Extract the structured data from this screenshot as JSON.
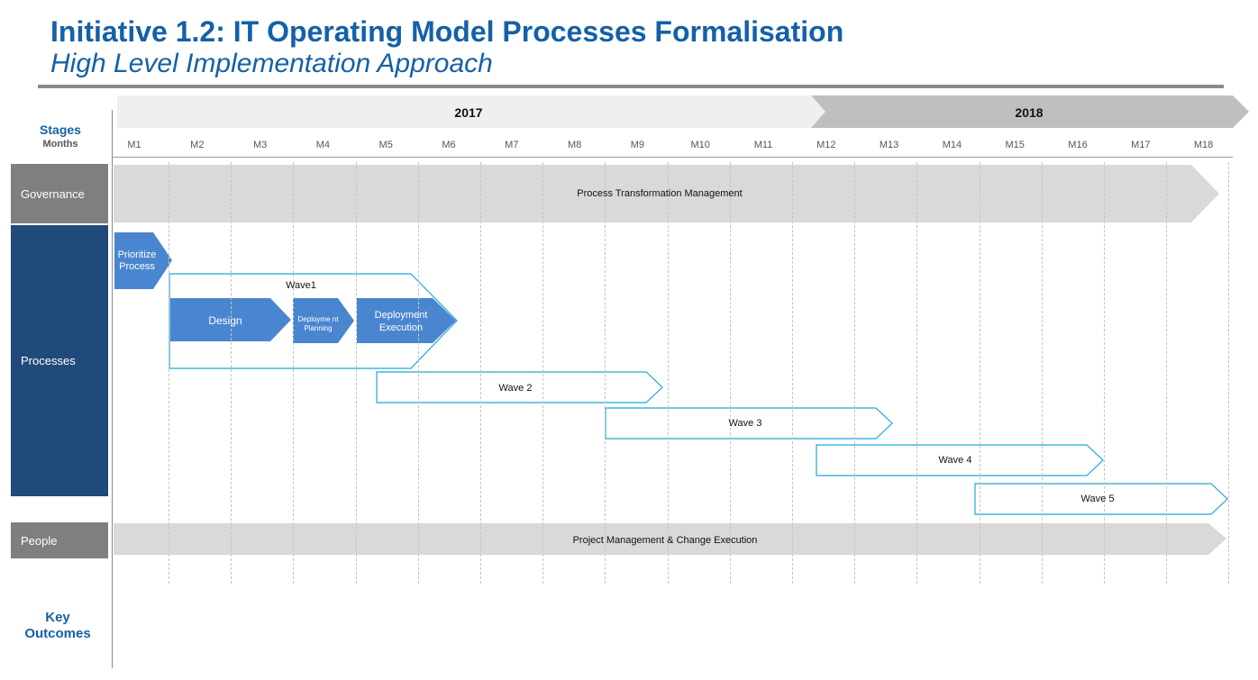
{
  "header": {
    "title": "Initiative 1.2: IT Operating Model Processes Formalisation",
    "subtitle": "High Level Implementation Approach"
  },
  "axis": {
    "stages_label": "Stages",
    "months_label": "Months",
    "years": [
      "2017",
      "2018"
    ],
    "months": [
      "M1",
      "M2",
      "M3",
      "M4",
      "M5",
      "M6",
      "M7",
      "M8",
      "M9",
      "M10",
      "M11",
      "M12",
      "M13",
      "M14",
      "M15",
      "M16",
      "M17",
      "M18"
    ]
  },
  "rows": {
    "governance": "Governance",
    "processes": "Processes",
    "people": "People",
    "key_outcomes": "Key Outcomes"
  },
  "bars": {
    "process_transformation": "Process Transformation Management",
    "project_management": "Project Management & Change Execution",
    "prioritize": "Prioritize Process",
    "wave1": "Wave1",
    "design": "Design",
    "deployment_planning": "Deployme nt Planning",
    "deployment_execution": "Deployment Execution",
    "wave2": "Wave 2",
    "wave3": "Wave 3",
    "wave4": "Wave 4",
    "wave5": "Wave 5"
  },
  "colors": {
    "title_blue": "#1560a8",
    "stage_gray": "#7f7f7f",
    "stage_blue": "#1f4a7a",
    "task_blue": "#4a86cf",
    "wave_outline": "#1fa7d8",
    "band_gray": "#d9d9d9",
    "year_2017": "#efefef",
    "year_2018": "#bfbfbf"
  }
}
